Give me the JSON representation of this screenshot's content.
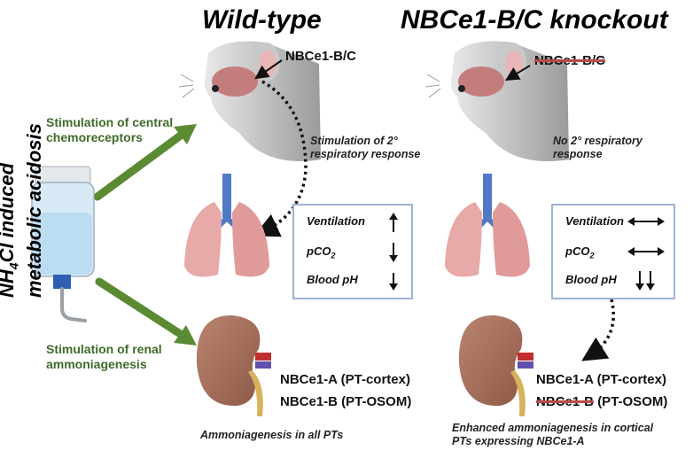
{
  "titles": {
    "wild_type": "Wild-type",
    "knockout": "NBCe1-B/C knockout"
  },
  "side_label": {
    "line1": "NH4Cl induced",
    "line2": "metabolic acidosis"
  },
  "left_labels": {
    "chemo": "Stimulation of central chemoreceptors",
    "renal": "Stimulation of renal ammoniagenesis"
  },
  "wt": {
    "brain_label": "NBCe1-B/C",
    "resp_note": "Stimulation of 2° respiratory response",
    "box": [
      {
        "label": "Ventilation",
        "arrow": "up"
      },
      {
        "label": "pCO2",
        "arrow": "down"
      },
      {
        "label": "Blood pH",
        "arrow": "down"
      }
    ],
    "kidney_label_a": "NBCe1-A (PT-cortex)",
    "kidney_label_b": "NBCe1-B (PT-OSOM)",
    "kidney_note": "Ammoniagenesis in all PTs"
  },
  "ko": {
    "brain_label": "NBCe1-B/C",
    "resp_note": "No 2° respiratory response",
    "box": [
      {
        "label": "Ventilation",
        "arrow": "left-right"
      },
      {
        "label": "pCO2",
        "arrow": "left-right"
      },
      {
        "label": "Blood pH",
        "arrow": "double-down"
      }
    ],
    "kidney_label_a": "NBCe1-A (PT-cortex)",
    "kidney_label_b_struck": "NBCe1-B",
    "kidney_label_b_rest": "(PT-OSOM)",
    "kidney_note": "Enhanced ammoniagenesis in cortical PTs expressing NBCe1-A"
  },
  "colors": {
    "arrow_green": "#5a8a32",
    "strike_red": "#b84a4a",
    "box_border": "#9eb3d4"
  }
}
